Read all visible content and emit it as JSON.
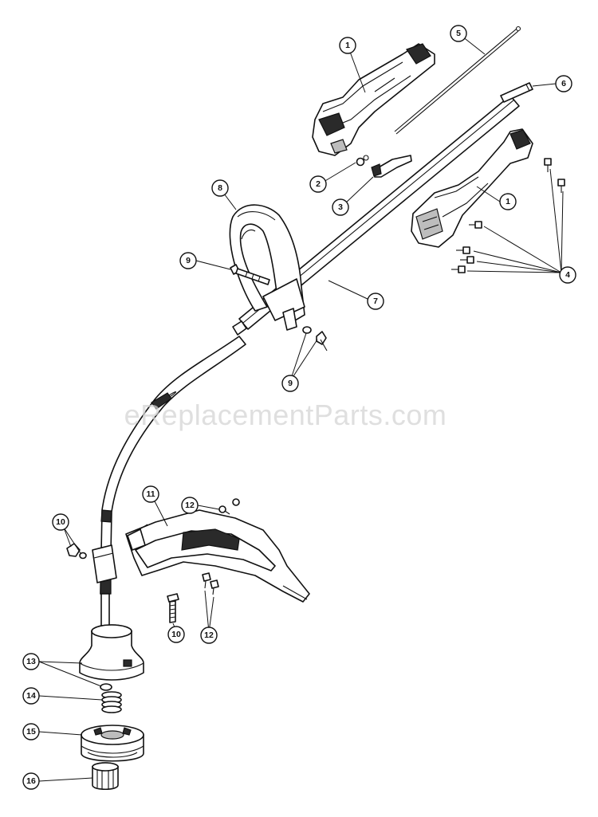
{
  "watermark": "eReplacementParts.com",
  "callouts": [
    {
      "id": "c1a",
      "label": "1"
    },
    {
      "id": "c5",
      "label": "5"
    },
    {
      "id": "c6",
      "label": "6"
    },
    {
      "id": "c2",
      "label": "2"
    },
    {
      "id": "c3",
      "label": "3"
    },
    {
      "id": "c1b",
      "label": "1"
    },
    {
      "id": "c8",
      "label": "8"
    },
    {
      "id": "c9a",
      "label": "9"
    },
    {
      "id": "c4",
      "label": "4"
    },
    {
      "id": "c7",
      "label": "7"
    },
    {
      "id": "c9b",
      "label": "9"
    },
    {
      "id": "c11",
      "label": "11"
    },
    {
      "id": "c12a",
      "label": "12"
    },
    {
      "id": "c10a",
      "label": "10"
    },
    {
      "id": "c10b",
      "label": "10"
    },
    {
      "id": "c12b",
      "label": "12"
    },
    {
      "id": "c13",
      "label": "13"
    },
    {
      "id": "c14",
      "label": "14"
    },
    {
      "id": "c15",
      "label": "15"
    },
    {
      "id": "c16",
      "label": "16"
    }
  ]
}
